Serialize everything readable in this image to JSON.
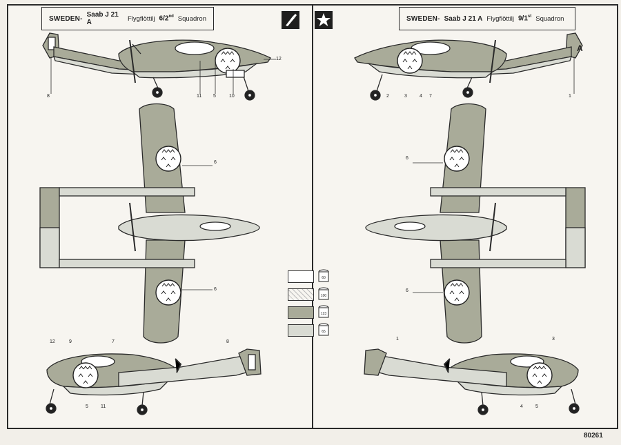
{
  "left_title": {
    "country": "SWEDEN-",
    "aircraft": "Saab J 21 A",
    "wing": "Flygflöttilj",
    "unit_main": "6/2",
    "unit_sup": "nd",
    "squadron": "Squadron"
  },
  "right_title": {
    "country": "SWEDEN-",
    "aircraft": "Saab J 21 A",
    "wing": "Flygflöttilj",
    "unit_main": "9/1",
    "unit_sup": "st",
    "squadron": "Squadron"
  },
  "paint_chips": [
    {
      "number": "60"
    },
    {
      "number": "100"
    },
    {
      "number": "123"
    },
    {
      "number": "65"
    }
  ],
  "callouts": {
    "left_top": [
      "8",
      "11",
      "5",
      "10",
      "12"
    ],
    "right_top": [
      "2",
      "3",
      "4",
      "7",
      "1"
    ],
    "plan_left": [
      "6",
      "6"
    ],
    "plan_right": [
      "6",
      "6"
    ],
    "left_bottom": [
      "12",
      "9",
      "7",
      "5",
      "11",
      "8"
    ],
    "right_bottom": [
      "1",
      "3",
      "4",
      "5"
    ]
  },
  "fin_letter": "A",
  "kit_number": "80261",
  "colors": {
    "ink": "#2a2a2a",
    "camouflage": "#a9ab99",
    "underside": "#d9dbd3",
    "roundel": "#ffffff"
  }
}
